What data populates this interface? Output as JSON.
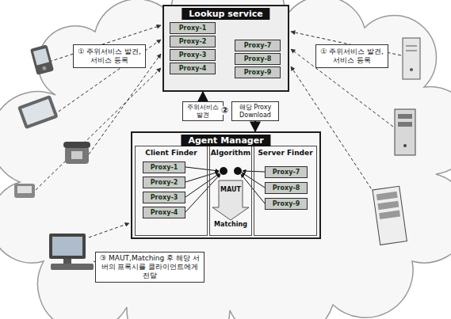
{
  "diagram": {
    "nodes": [
      {
        "text": [
          "Lookup service"
        ]
      },
      {
        "text": [
          "Proxy-1"
        ],
        "in": 0
      },
      {
        "text": [
          "Proxy-2"
        ],
        "in": 0
      },
      {
        "text": [
          "Proxy-3"
        ],
        "in": 0
      },
      {
        "text": [
          "Proxy-4"
        ],
        "in": 0
      },
      {
        "text": [
          "Proxy-7"
        ],
        "in": 0
      },
      {
        "text": [
          "Proxy-8"
        ],
        "in": 0
      },
      {
        "text": [
          "Proxy-9"
        ],
        "in": 0
      },
      {
        "text": [
          "① 주위서비스 발견, 서비스 등록"
        ]
      },
      {
        "text": [
          "① 주위서비스 발견, 서비스 등록"
        ]
      },
      {
        "text": [
          "주위서비스 발견"
        ]
      },
      {
        "text": [
          "해당 Proxy Download"
        ]
      },
      {
        "text": [
          "Agent Manager"
        ]
      },
      {
        "text": [
          "Client Finder"
        ],
        "in": 12
      },
      {
        "text": [
          "Proxy-1"
        ],
        "in": 13
      },
      {
        "text": [
          "Proxy-2"
        ],
        "in": 13
      },
      {
        "text": [
          "Proxy-3"
        ],
        "in": 13
      },
      {
        "text": [
          "Proxy-4"
        ],
        "in": 13
      },
      {
        "text": [
          "Algorithm",
          "MAUT",
          "Matching"
        ],
        "in": 12
      },
      {
        "text": [
          "Server Finder"
        ],
        "in": 12
      },
      {
        "text": [
          "Proxy-7"
        ],
        "in": 19
      },
      {
        "text": [
          "Proxy-8"
        ],
        "in": 19
      },
      {
        "text": [
          "Proxy-9"
        ],
        "in": 19
      },
      {
        "text": [
          "③ MAUT,Matching 후 해당 서버의 프록시를 클라이언트에게 전달"
        ]
      }
    ],
    "edges": [
      {
        "from": 10,
        "to": 0,
        "arrow": "to"
      },
      {
        "from": 11,
        "to": 12,
        "arrow": "to"
      }
    ],
    "labels": [
      "②"
    ]
  }
}
